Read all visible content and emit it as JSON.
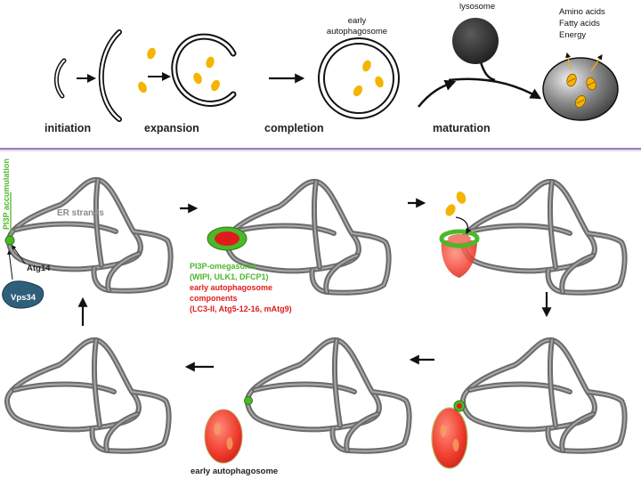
{
  "top_labels": {
    "initiation": "initiation",
    "expansion": "expansion",
    "completion": "completion",
    "maturation": "maturation",
    "early_line1": "early",
    "early_line2": "autophagosome",
    "lysosome": "lysosome",
    "amino_acids": "Amino acids",
    "fatty_acids": "Fatty acids",
    "energy": "Energy"
  },
  "bottom_labels": {
    "pi3p_accumulation": "PI3P accumulation",
    "er_strands": "ER strands",
    "atg14": "Atg14",
    "vps34": "Vps34",
    "omegasome_line1": "PI3P-omegasome",
    "omegasome_line2": "(WIPI, ULK1, DFCP1)",
    "components_line1": "early autophagosome",
    "components_line2": "components",
    "components_line3": "(LC3-II, Atg5-12-16,  mAtg9)",
    "early_autophagosome": "early autophagosome"
  },
  "colors": {
    "cargo": "#f4b400",
    "er_tube": "#6a6a6a",
    "omegasome_green": "#4bb82a",
    "component_red": "#e01b1b",
    "divider": "#9b7bb8"
  }
}
